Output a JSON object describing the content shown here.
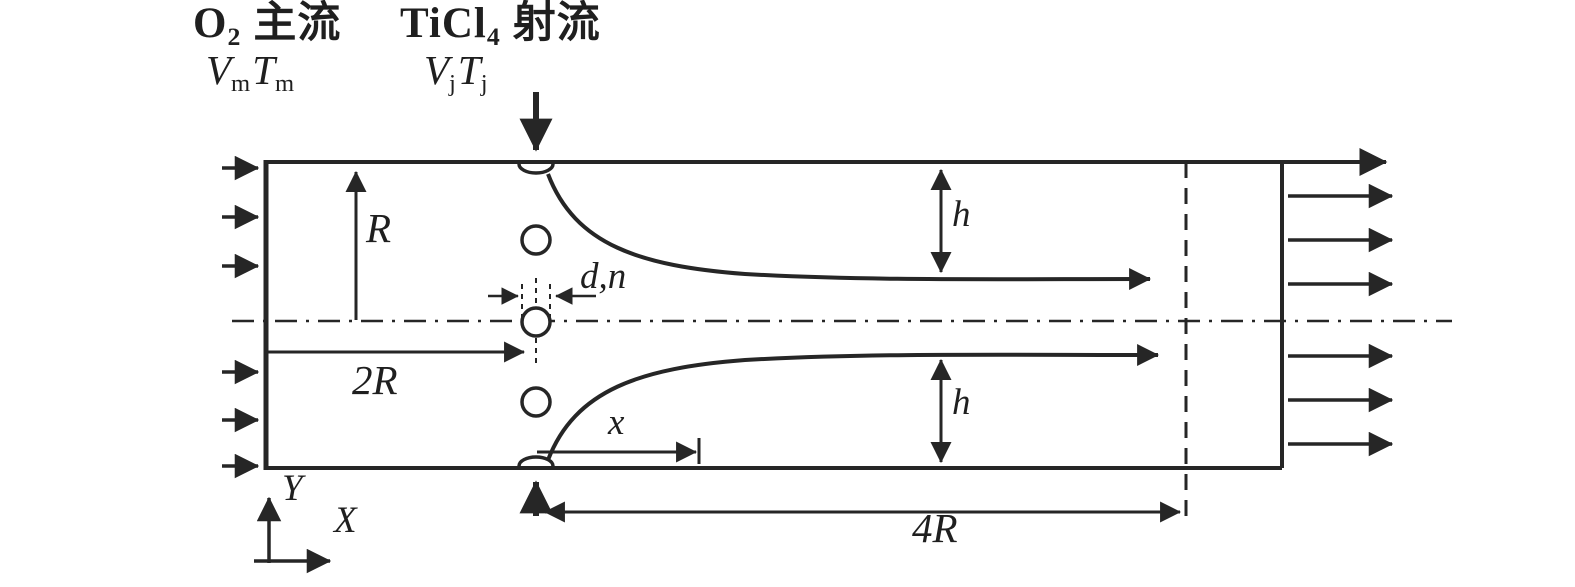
{
  "colors": {
    "ink": "#262626",
    "background": "#ffffff"
  },
  "labels": {
    "main_stream": {
      "formula": "O",
      "formula_sub": "2",
      "name": "主流"
    },
    "jet_stream": {
      "formula": "TiCl",
      "formula_sub": "4",
      "name": "射流"
    },
    "main_velocity": {
      "v": "V",
      "v_sub": "m",
      "t": "T",
      "t_sub": "m"
    },
    "jet_velocity": {
      "v": "V",
      "v_sub": "j",
      "t": "T",
      "t_sub": "j"
    },
    "radius": "R",
    "diameter_2r": "2R",
    "orifice": "d,n",
    "distance_x": "x",
    "height_top": "h",
    "height_bottom": "h",
    "length_4r": "4R",
    "axis_y": "Y",
    "axis_x": "X"
  }
}
